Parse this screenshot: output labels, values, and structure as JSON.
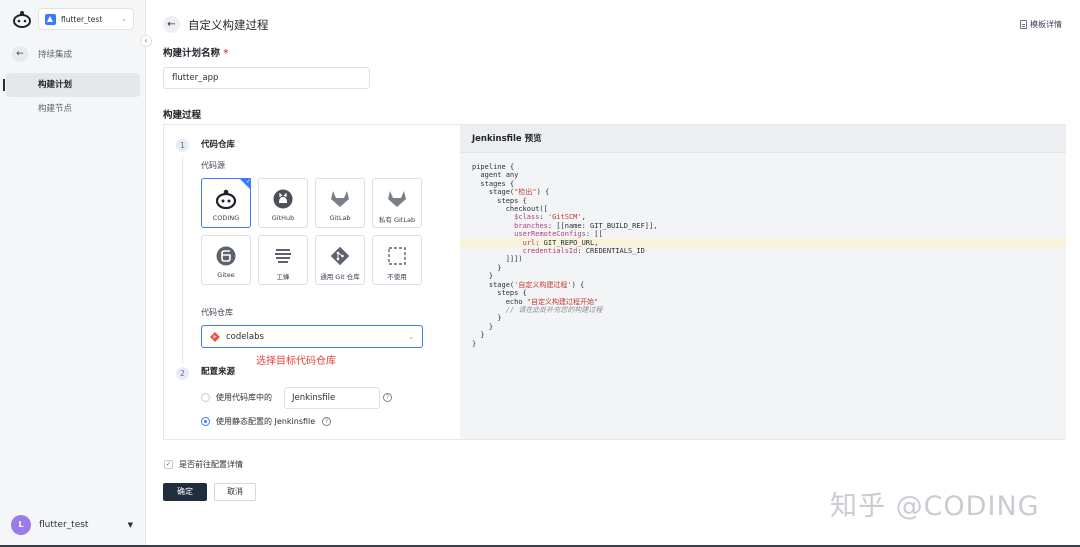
{
  "sidebar": {
    "project_name": "flutter_test",
    "back_label": "持续集成",
    "items": [
      {
        "label": "构建计划",
        "active": true
      },
      {
        "label": "构建节点",
        "active": false
      }
    ],
    "user": {
      "initial": "L",
      "name": "flutter_test"
    }
  },
  "header": {
    "title": "自定义构建过程",
    "template_link": "模板详情"
  },
  "form": {
    "plan_name_label": "构建计划名称",
    "required_mark": "*",
    "plan_name_value": "flutter_app",
    "process_label": "构建过程"
  },
  "step1": {
    "number": "1",
    "title": "代码仓库",
    "source_label": "代码源",
    "sources": [
      {
        "label": "CODING",
        "icon": "coding-icon",
        "selected": true
      },
      {
        "label": "GitHub",
        "icon": "github-icon",
        "selected": false
      },
      {
        "label": "GitLab",
        "icon": "gitlab-icon",
        "selected": false
      },
      {
        "label": "私有 GitLab",
        "icon": "private-gitlab-icon",
        "selected": false
      },
      {
        "label": "Gitee",
        "icon": "gitee-icon",
        "selected": false
      },
      {
        "label": "工蜂",
        "icon": "gongfeng-icon",
        "selected": false
      },
      {
        "label": "通用 Git 仓库",
        "icon": "git-icon",
        "selected": false
      },
      {
        "label": "不使用",
        "icon": "none-icon",
        "selected": false
      }
    ],
    "repo_label": "代码仓库",
    "repo_value": "codelabs",
    "hint": "选择目标代码仓库"
  },
  "step2": {
    "number": "2",
    "title": "配置来源",
    "option_repo_label": "使用代码库中的",
    "jenkinsfile_value": "Jenkinsfile",
    "option_static_label": "使用静态配置的 Jenkinsfile",
    "selected": "static"
  },
  "preview": {
    "title": "Jenkinsfile 预览"
  },
  "footer": {
    "checkbox_label": "是否前往配置详情",
    "checked": true,
    "confirm": "确定",
    "cancel": "取消"
  },
  "watermark": "知乎 @CODING",
  "colors": {
    "accent": "#3a7afe",
    "hint": "#e8413d",
    "primary_button": "#1f2d3d"
  }
}
